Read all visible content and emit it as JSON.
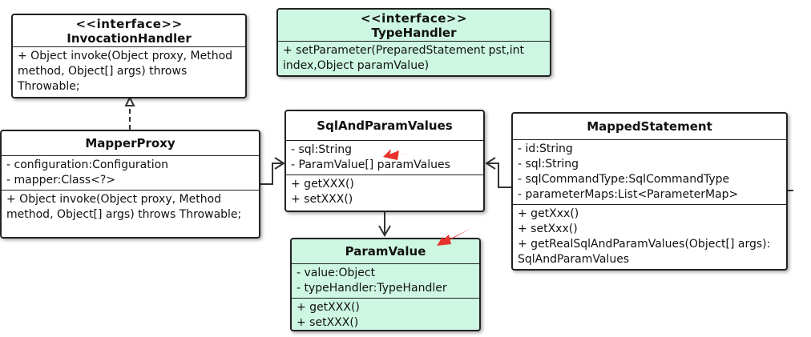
{
  "diagram": {
    "classes": {
      "invocation_handler": {
        "stereotype": "<<interface>>",
        "name": "InvocationHandler",
        "attributes": [],
        "methods": [
          "+ Object invoke(Object proxy, Method method, Object[] args) throws Throwable;"
        ]
      },
      "type_handler": {
        "stereotype": "<<interface>>",
        "name": "TypeHandler",
        "attributes": [],
        "methods": [
          "+ setParameter(PreparedStatement pst,int index,Object paramValue)"
        ]
      },
      "mapper_proxy": {
        "name": "MapperProxy",
        "attributes": [
          "- configuration:Configuration",
          "- mapper:Class<?>"
        ],
        "methods": [
          "+ Object invoke(Object proxy, Method method, Object[] args) throws Throwable;"
        ]
      },
      "sql_and_param_values": {
        "name": "SqlAndParamValues",
        "attributes": [
          "- sql:String",
          "- ParamValue[] paramValues"
        ],
        "methods": [
          "+ getXXX()",
          "+ setXXX()"
        ]
      },
      "mapped_statement": {
        "name": "MappedStatement",
        "attributes": [
          "- id:String",
          "- sql:String",
          "- sqlCommandType:SqlCommandType",
          "- parameterMaps:List<ParameterMap>"
        ],
        "methods": [
          "+ getXxx()",
          "+ setXxx()",
          "+ getRealSqlAndParamValues(Object[] args): SqlAndParamValues"
        ]
      },
      "param_value": {
        "name": "ParamValue",
        "attributes": [
          "- value:Object",
          "- typeHandler:TypeHandler"
        ],
        "methods": [
          "+ getXXX()",
          "+ setXXX()"
        ]
      }
    },
    "relations": [
      {
        "from": "MapperProxy",
        "to": "InvocationHandler",
        "kind": "realization"
      },
      {
        "from": "MapperProxy",
        "to": "SqlAndParamValues",
        "kind": "dependency"
      },
      {
        "from": "MappedStatement",
        "to": "SqlAndParamValues",
        "kind": "dependency"
      },
      {
        "from": "SqlAndParamValues",
        "to": "ParamValue",
        "kind": "dependency"
      }
    ],
    "colors": {
      "interface_fill": "#cdf7e2",
      "class_fill": "#ffffff",
      "border": "#222222",
      "annotation_arrow": "#e8322b"
    }
  }
}
